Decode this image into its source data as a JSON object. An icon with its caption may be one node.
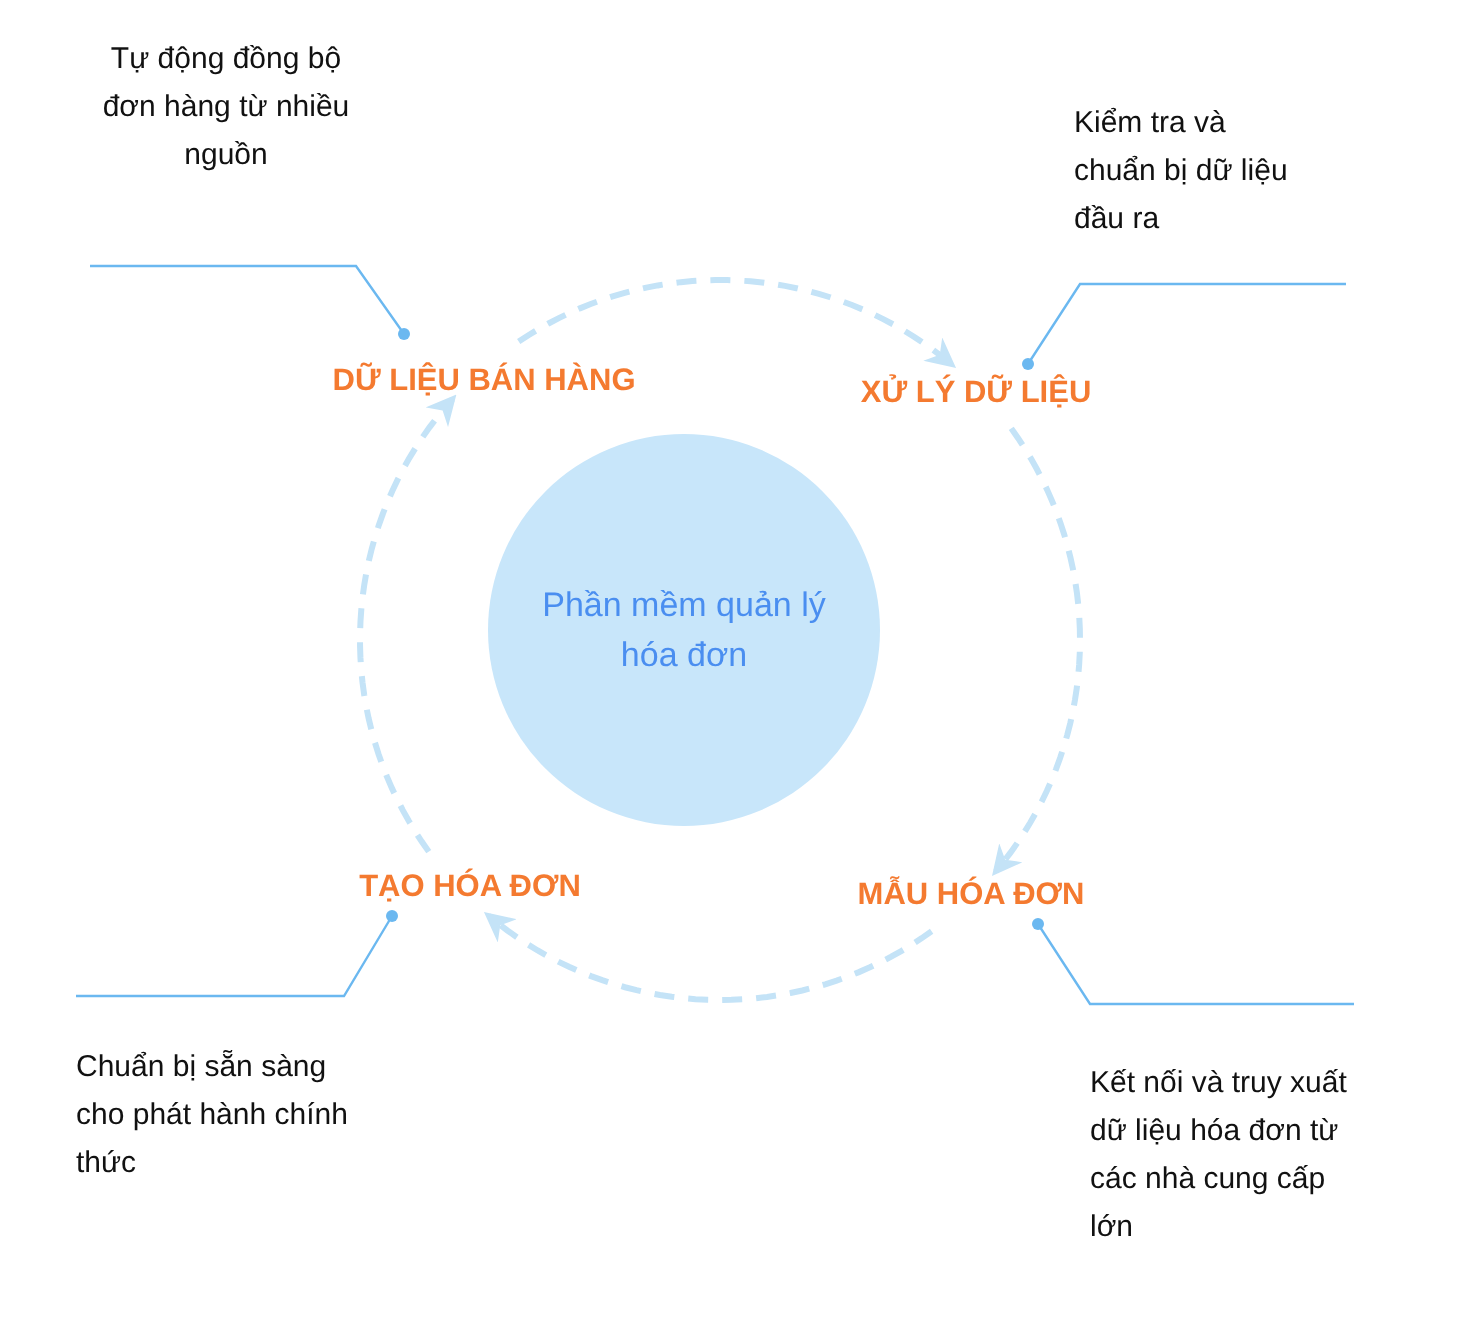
{
  "diagram": {
    "nodes": [
      {
        "text": [
          "Phần mềm quản lý hóa đơn"
        ]
      },
      {
        "text": [
          "DỮ LIỆU BÁN HÀNG"
        ]
      },
      {
        "text": [
          "XỬ LÝ DỮ LIỆU"
        ]
      },
      {
        "text": [
          "MẪU HÓA ĐƠN"
        ]
      },
      {
        "text": [
          "TẠO HÓA ĐƠN"
        ]
      },
      {
        "text": [
          "Tự động đồng bộ đơn hàng từ nhiều nguồn"
        ]
      },
      {
        "text": [
          "Kiểm tra và chuẩn bị dữ liệu đầu ra"
        ]
      },
      {
        "text": [
          "Kết nối và truy xuất dữ liệu hóa đơn từ các nhà cung cấp lớn"
        ]
      },
      {
        "text": [
          "Chuẩn bị sẵn sàng cho phát hành chính thức"
        ]
      }
    ],
    "edges": [
      {
        "from": 1,
        "to": 2,
        "arrow": "to",
        "style": "dashed",
        "color": "#c4e3f7"
      },
      {
        "from": 2,
        "to": 3,
        "arrow": "to",
        "style": "dashed",
        "color": "#c4e3f7"
      },
      {
        "from": 3,
        "to": 4,
        "arrow": "to",
        "style": "dashed",
        "color": "#c4e3f7"
      },
      {
        "from": 4,
        "to": 1,
        "arrow": "to",
        "style": "dashed",
        "color": "#c4e3f7"
      },
      {
        "from": 5,
        "to": 1,
        "arrow": "other",
        "color": "#6bb8f0"
      },
      {
        "from": 6,
        "to": 2,
        "arrow": "other",
        "color": "#6bb8f0"
      },
      {
        "from": 7,
        "to": 3,
        "arrow": "other",
        "color": "#6bb8f0"
      },
      {
        "from": 8,
        "to": 4,
        "arrow": "other",
        "color": "#6bb8f0"
      }
    ]
  }
}
